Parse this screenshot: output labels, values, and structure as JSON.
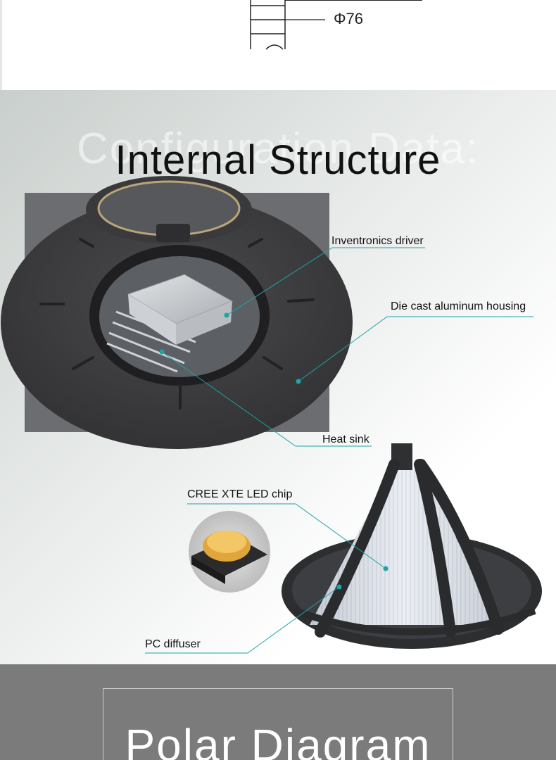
{
  "dimension_drawing": {
    "diameter_label": "Φ76"
  },
  "internal_structure": {
    "ghost_title": "Configuration Data:",
    "title": "Internal Structure",
    "callouts": {
      "driver": "Inventronics driver",
      "housing": "Die cast aluminum housing",
      "heat_sink": "Heat sink",
      "led_chip": "CREE XTE LED chip",
      "diffuser": "PC diffuser"
    }
  },
  "polar_diagram": {
    "title": "Polar Diagram"
  },
  "colors": {
    "callout_line": "#1fa3a6",
    "polar_bg": "#7b7b7b",
    "housing": "#3f3f41"
  }
}
